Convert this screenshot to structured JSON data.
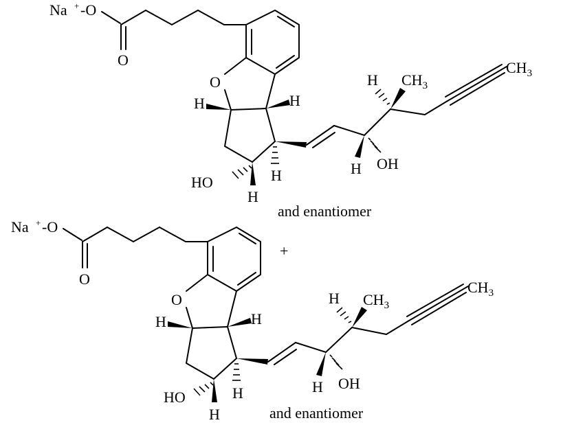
{
  "molecules": [
    {
      "labels": {
        "counterion": "Na",
        "charge": "+",
        "anion": "-O",
        "carbonyl_o": "O",
        "ring_o": "O",
        "h_left": "H",
        "h_right": "H",
        "h_top_chain": "H",
        "h_ring_down": "H",
        "h_bottom": "H",
        "h_chain_bottom": "H",
        "ho": "HO",
        "oh": "OH",
        "ch3_branch": "CH",
        "ch3_branch_sub": "3",
        "ch3_end": "CH",
        "ch3_end_sub": "3"
      },
      "caption": "and enantiomer"
    },
    {
      "labels": {
        "counterion": "Na",
        "charge": "+",
        "anion": "-O",
        "carbonyl_o": "O",
        "ring_o": "O",
        "h_left": "H",
        "h_right": "H",
        "h_top_chain": "H",
        "h_ring_down": "H",
        "h_bottom": "H",
        "h_chain_bottom": "H",
        "ho": "HO",
        "oh": "OH",
        "ch3_branch": "CH",
        "ch3_branch_sub": "3",
        "ch3_end": "CH",
        "ch3_end_sub": "3"
      },
      "caption": "and enantiomer"
    }
  ],
  "plus_sign": "+"
}
